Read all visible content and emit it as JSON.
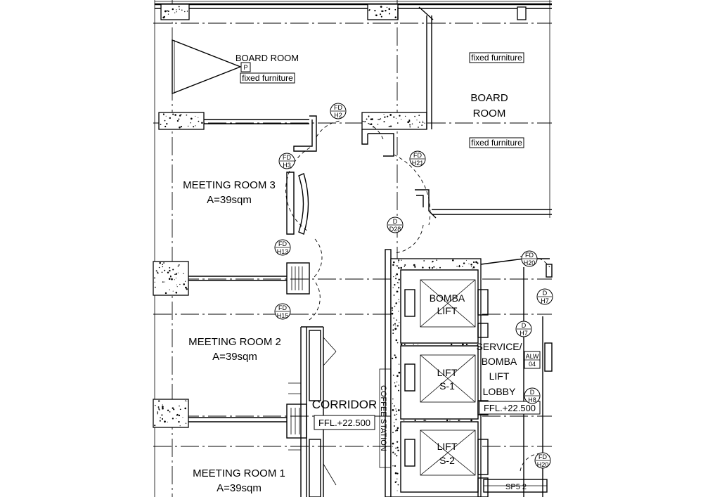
{
  "rooms": {
    "board_room_left": "BOARD ROOM",
    "board_room_right_line1": "BOARD",
    "board_room_right_line2": "ROOM",
    "meeting_room_3": "MEETING ROOM 3",
    "meeting_room_3_area": "A=39sqm",
    "meeting_room_2": "MEETING ROOM 2",
    "meeting_room_2_area": "A=39sqm",
    "meeting_room_1": "MEETING ROOM 1",
    "meeting_room_1_area": "A=39sqm",
    "corridor": "CORRIDOR",
    "corridor_level": "FFL.+22.500",
    "coffee_station": "COFFEE STATION",
    "lobby_line1": "SERVICE/",
    "lobby_line2": "BOMBA",
    "lobby_line3": "LIFT",
    "lobby_line4": "LOBBY",
    "lobby_level": "FFL.+22.500"
  },
  "lifts": {
    "bomba_line1": "BOMBA",
    "bomba_line2": "LIFT",
    "s1_line1": "LIFT",
    "s1_line2": "S-1",
    "s2_line1": "LIFT",
    "s2_line2": "S-2"
  },
  "notes": {
    "fixed_furniture_1": "fixed furniture",
    "fixed_furniture_2": "fixed furniture",
    "fixed_furniture_3": "fixed furniture"
  },
  "door_tags": [
    {
      "top": "FD",
      "bottom": "H2"
    },
    {
      "top": "FD",
      "bottom": "H3"
    },
    {
      "top": "FD",
      "bottom": "H21"
    },
    {
      "top": "D",
      "bottom": "D28"
    },
    {
      "top": "FD",
      "bottom": "H13"
    },
    {
      "top": "FD",
      "bottom": "H20"
    },
    {
      "top": "FD",
      "bottom": "H15"
    },
    {
      "top": "D",
      "bottom": "H7"
    },
    {
      "top": "D",
      "bottom": "H7"
    },
    {
      "top": "D",
      "bottom": "H8"
    },
    {
      "top": "FD",
      "bottom": "H20"
    }
  ],
  "small_tags": {
    "alw_top": "ALW",
    "alw_bottom": "04",
    "sp_tag": "SP5 2",
    "projector": "P"
  }
}
